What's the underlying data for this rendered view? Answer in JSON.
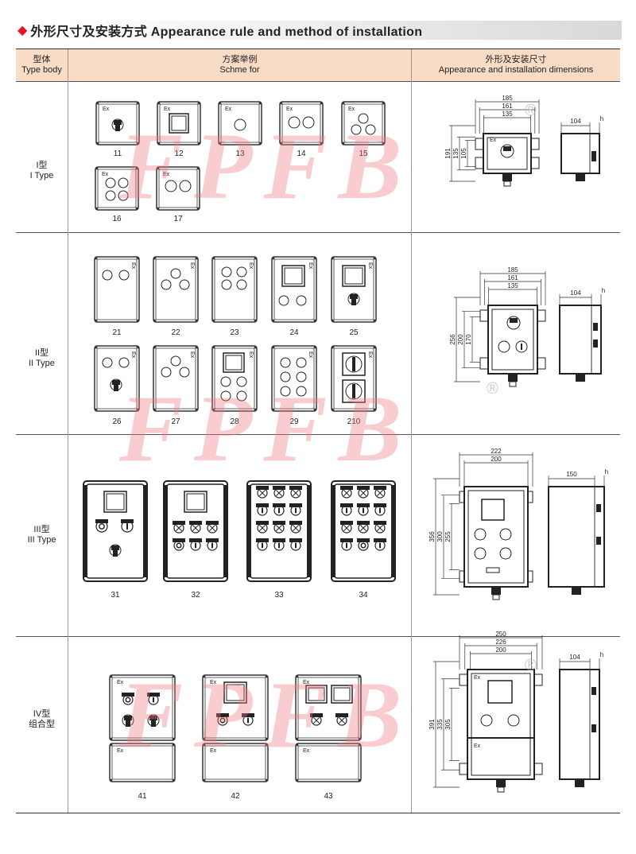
{
  "title": {
    "diamond_icon": "◆",
    "text": "外形尺寸及安装方式 Appearance rule and method of installation"
  },
  "header": {
    "type_cn": "型体",
    "type_en": "Type  body",
    "scheme_cn": "方案举例",
    "scheme_en": "Schme for",
    "dims_cn": "外形及安装尺寸",
    "dims_en": "Appearance and installation dimensions"
  },
  "rows": [
    {
      "label_cn": "I型",
      "label_en": "I Type",
      "codes": [
        "11",
        "12",
        "13",
        "14",
        "15",
        "16",
        "17"
      ],
      "dims": {
        "w1": "185",
        "w2": "161",
        "w3": "135",
        "h1": "191",
        "h2": "135",
        "h3": "105",
        "d": "104",
        "h": "h"
      }
    },
    {
      "label_cn": "II型",
      "label_en": "II Type",
      "codes": [
        "21",
        "22",
        "23",
        "24",
        "25",
        "26",
        "27",
        "28",
        "29",
        "210"
      ],
      "dims": {
        "w1": "185",
        "w2": "161",
        "w3": "135",
        "h1": "256",
        "h2": "200",
        "h3": "170",
        "d": "104",
        "h": "h"
      }
    },
    {
      "label_cn": "III型",
      "label_en": "III Type",
      "codes": [
        "31",
        "32",
        "33",
        "34"
      ],
      "dims": {
        "w1": "222",
        "w2": "200",
        "h1": "356",
        "h2": "300",
        "h3": "255",
        "d": "150",
        "h": "h"
      }
    },
    {
      "label_cn": "IV型",
      "label_en": "组合型",
      "codes": [
        "41",
        "42",
        "43"
      ],
      "dims": {
        "w1": "250",
        "w2": "226",
        "w3": "200",
        "h1": "391",
        "h2": "335",
        "h3": "305",
        "d": "104",
        "h": "h"
      }
    }
  ],
  "ex_label": "Ex",
  "watermark": "FPFB",
  "registered": "®"
}
